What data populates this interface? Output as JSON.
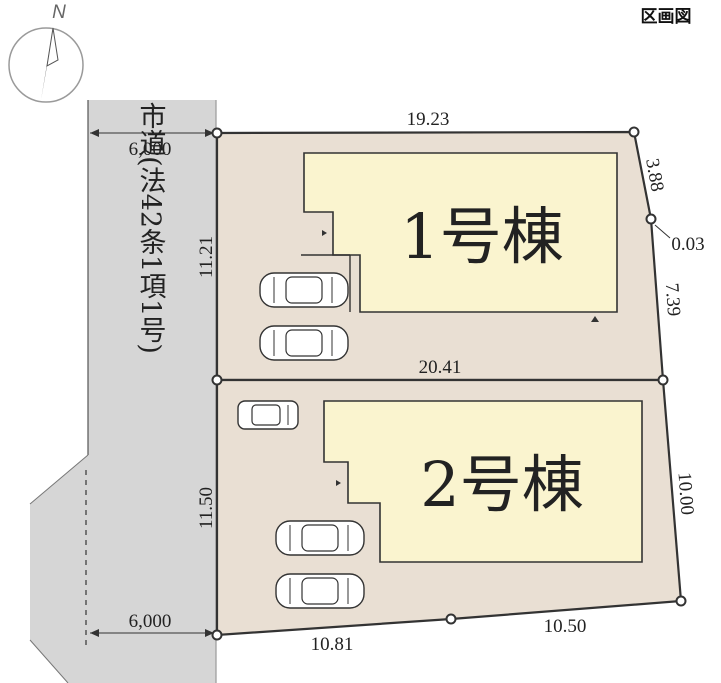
{
  "header": {
    "label": "区画図"
  },
  "compass": {
    "north_letter": "N"
  },
  "road": {
    "label": "市道(法42条1項1号)",
    "width_top": "6,000",
    "width_bottom": "6,000"
  },
  "lot1": {
    "name": "1号棟",
    "dims": {
      "top": "19.23",
      "left": "11.21",
      "right_upper": "3.88",
      "right_offset": "0.03",
      "right_lower": "7.39"
    }
  },
  "lot2": {
    "name": "2号棟",
    "dims": {
      "top": "20.41",
      "left": "11.50",
      "right": "10.00",
      "bottom_left": "10.81",
      "bottom_right": "10.50"
    }
  },
  "colors": {
    "lot": "#e9dfd3",
    "house": "#faf4cf",
    "road": "#d6d6d6",
    "outline": "#333333"
  }
}
